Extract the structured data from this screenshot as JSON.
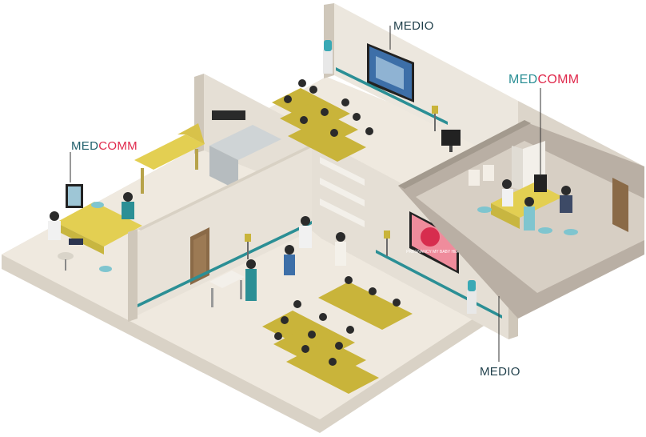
{
  "labels": {
    "top_medio": "MEDIO",
    "left_medcomm_a": "MED",
    "left_medcomm_b": "COMM",
    "right_medcomm_a": "MED",
    "right_medcomm_b": "COMM",
    "bottom_medio": "MEDIO"
  },
  "screens": {
    "waiting_tv_text": "PREGNANCY MY BABY HEALTH"
  },
  "colors": {
    "floor": "#efe9df",
    "wall_light": "#ece7de",
    "wall_side": "#d8d1c4",
    "room_dark": "#b9afa4",
    "chair": "#c9b43a",
    "accent_teal": "#2b8f95",
    "text_red": "#e0284b"
  }
}
